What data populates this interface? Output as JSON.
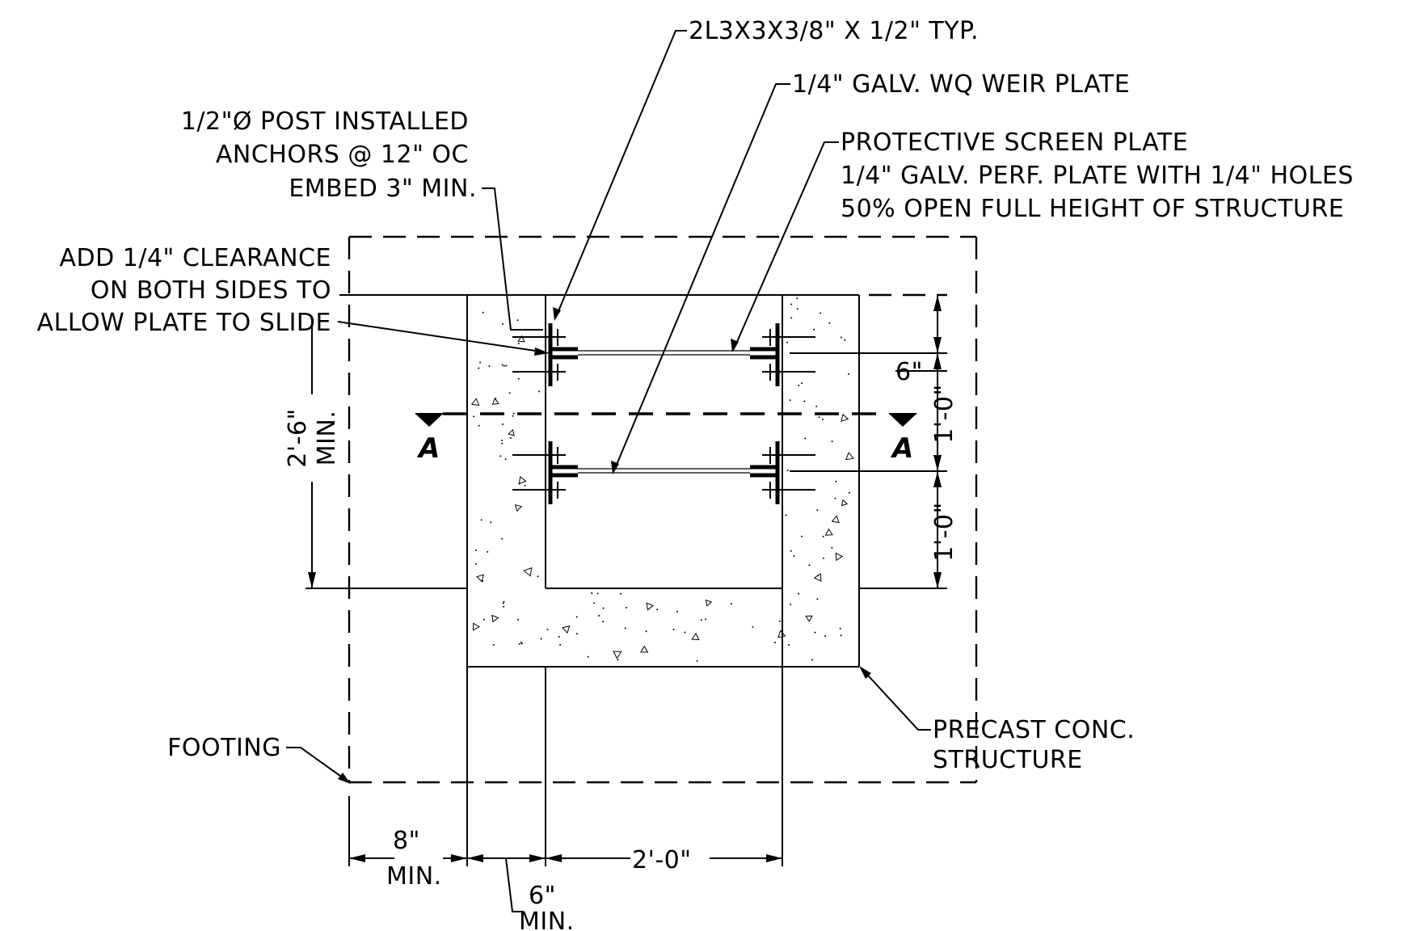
{
  "labels": {
    "angles": "2L3X3X3/8\" X 1/2\" TYP.",
    "weir_plate": "1/4\" GALV. WQ WEIR PLATE",
    "anchors_1": "1/2\"Ø POST INSTALLED",
    "anchors_2": "ANCHORS @ 12\" OC",
    "anchors_3": "EMBED 3\" MIN.",
    "screen_1": "PROTECTIVE SCREEN PLATE",
    "screen_2": "1/4\" GALV. PERF. PLATE WITH 1/4\" HOLES",
    "screen_3": "50% OPEN FULL HEIGHT OF STRUCTURE",
    "clearance_1": "ADD 1/4\" CLEARANCE",
    "clearance_2": "ON BOTH SIDES TO",
    "clearance_3": "ALLOW PLATE TO SLIDE",
    "footing": "FOOTING",
    "precast_1": "PRECAST CONC.",
    "precast_2": "STRUCTURE",
    "section_left": "A",
    "section_right": "A"
  },
  "dimensions": {
    "height_total": "2'-6\"",
    "height_total_note": "MIN.",
    "top_offset": "6\"",
    "upper_spacing": "1'-0\"",
    "lower_spacing": "1'-0\"",
    "footing_edge": "8\"",
    "footing_edge_note": "MIN.",
    "wall_thickness": "6\"",
    "wall_thickness_note": "MIN.",
    "inside_width": "2'-0\""
  }
}
